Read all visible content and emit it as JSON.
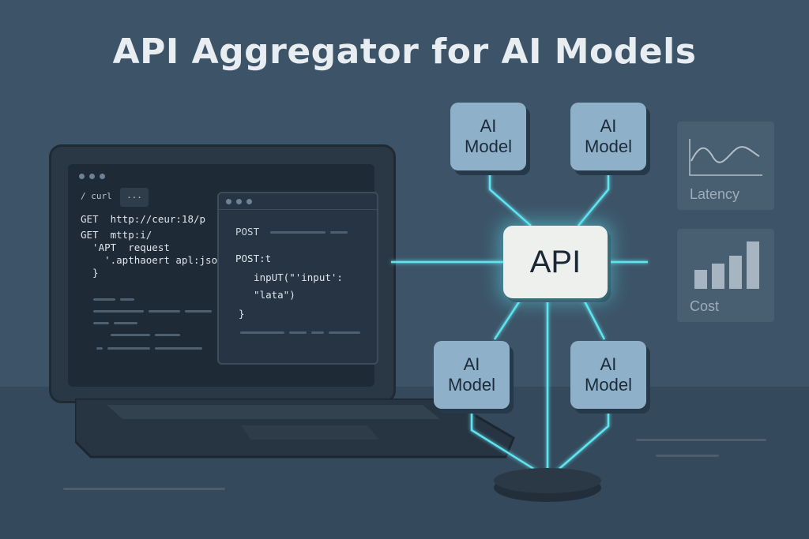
{
  "title": "API Aggregator for AI Models",
  "laptop": {
    "tab_label": "...",
    "left_code": [
      "/ curl",
      "GET  http://ceur:18/p",
      "GET  mttp:i/",
      "  'APT  request",
      "    '.apthaoert apl:json\"",
      "  }"
    ],
    "right_code": [
      "POST",
      "POST:t",
      "  inpUT(\"'input':",
      "  \"lata\")",
      "}"
    ]
  },
  "hub": {
    "label": "API"
  },
  "models": [
    {
      "label_line1": "AI",
      "label_line2": "Model"
    },
    {
      "label_line1": "AI",
      "label_line2": "Model"
    },
    {
      "label_line1": "AI",
      "label_line2": "Model"
    },
    {
      "label_line1": "AI",
      "label_line2": "Model"
    }
  ],
  "panels": {
    "latency_label": "Latency",
    "cost_label": "Cost"
  },
  "colors": {
    "background": "#3d5468",
    "glow": "#5fe4f0",
    "node": "#8fb0c9",
    "hub": "#eef0ee"
  }
}
